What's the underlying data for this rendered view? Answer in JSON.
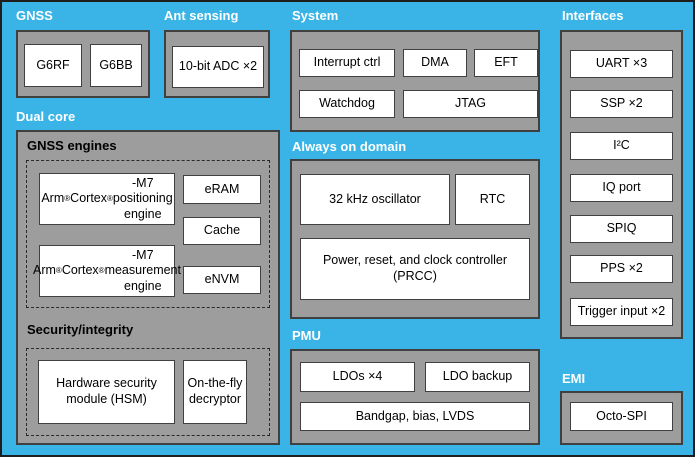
{
  "diagram": {
    "colors": {
      "background": "#3ab4e6",
      "panel_fill": "#9d9d9d",
      "block_fill": "#ffffff",
      "border": "#404041",
      "section_title_color": "#ffffff",
      "subsection_title_color": "#000000"
    },
    "sections": {
      "gnss": {
        "title": "GNSS",
        "blocks": [
          "G6RF",
          "G6BB"
        ]
      },
      "ant_sensing": {
        "title": "Ant sensing",
        "blocks": [
          "10-bit ADC ×2"
        ]
      },
      "system": {
        "title": "System",
        "row1": [
          "Interrupt ctrl",
          "DMA",
          "EFT"
        ],
        "row2": [
          "Watchdog",
          "JTAG"
        ]
      },
      "interfaces": {
        "title": "Interfaces",
        "blocks": [
          "UART ×3",
          "SSP ×2",
          "I²C",
          "IQ port",
          "SPIQ",
          "PPS ×2",
          "Trigger input ×2"
        ]
      },
      "dual_core": {
        "title": "Dual core",
        "gnss_engines": {
          "title": "GNSS engines",
          "positioning_engine": "Arm® Cortex®-M7 positioning engine",
          "measurement_engine": "Arm® Cortex®-M7 measurement engine",
          "memories": [
            "eRAM",
            "Cache",
            "eNVM"
          ]
        },
        "security": {
          "title": "Security/integrity",
          "hsm": "Hardware security module (HSM)",
          "decryptor": "On-the-fly decryptor"
        }
      },
      "always_on": {
        "title": "Always on domain",
        "oscillator": "32 kHz oscillator",
        "rtc": "RTC",
        "prcc": "Power, reset, and clock controller (PRCC)"
      },
      "pmu": {
        "title": "PMU",
        "ldos": "LDOs ×4",
        "ldo_backup": "LDO backup",
        "bandgap": "Bandgap, bias, LVDS"
      },
      "emi": {
        "title": "EMI",
        "blocks": [
          "Octo-SPI"
        ]
      }
    }
  }
}
